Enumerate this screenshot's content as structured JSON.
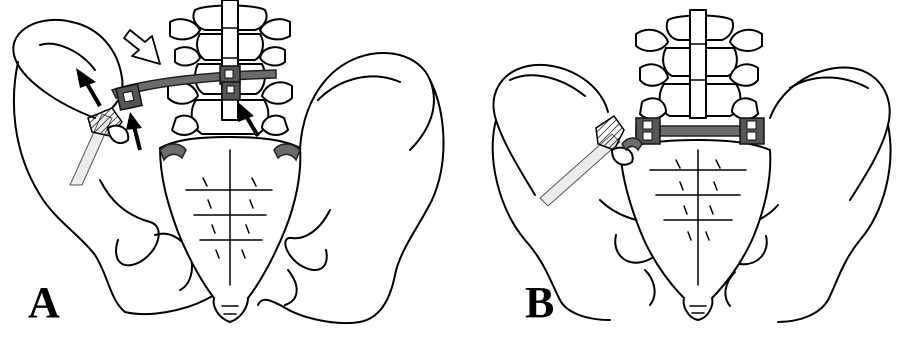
{
  "panels": [
    {
      "label": "A"
    },
    {
      "label": "B"
    }
  ],
  "colors": {
    "line": "#000000",
    "rod": "#6b6b6b",
    "background": "#ffffff"
  },
  "icons": {
    "displacement_arrow": "hollow-arrow",
    "reduction_arrows": "solid-arrow"
  }
}
